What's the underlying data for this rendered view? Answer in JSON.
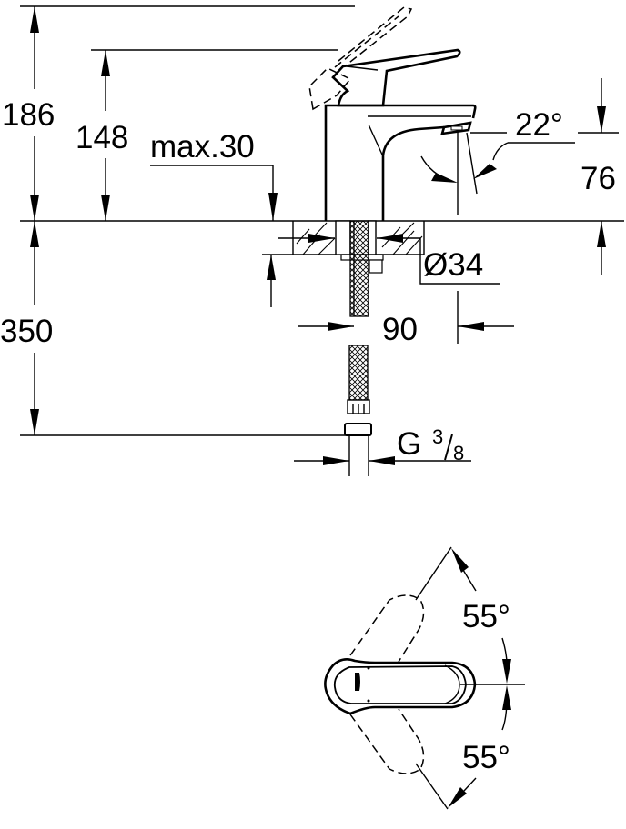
{
  "drawing": {
    "title": "Basin mixer dimension drawing",
    "colors": {
      "line": "#000000",
      "background": "#ffffff"
    },
    "side_view": {
      "dimensions": {
        "total_height": "186",
        "body_height": "148",
        "max_deck_thickness": "max.30",
        "spout_angle": "22°",
        "spout_outlet_height": "76",
        "hole_diameter": "Ø34",
        "spout_reach": "90",
        "hose_length": "350",
        "connection_thread_main": "G",
        "connection_thread_num": "3",
        "connection_thread_den": "8"
      }
    },
    "top_view": {
      "dimensions": {
        "lever_rotation_left": "55°",
        "lever_rotation_right": "55°"
      }
    }
  }
}
